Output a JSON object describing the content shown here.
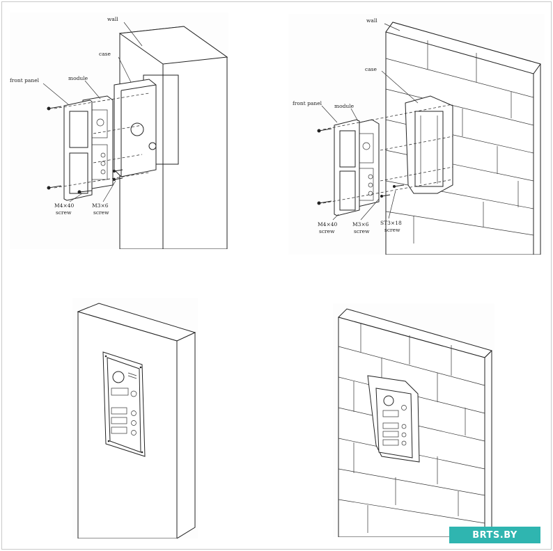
{
  "panel_tl": {
    "wall": "wall",
    "case": "case",
    "module": "module",
    "front_panel": "front panel",
    "screw1_spec": "M4×40",
    "screw1_word": "screw",
    "screw2_spec": "M3×6",
    "screw2_word": "screw"
  },
  "panel_tr": {
    "wall": "wall",
    "case": "case",
    "front_panel": "front panel",
    "module": "module",
    "screw1_spec": "M4×40",
    "screw1_word": "screw",
    "screw2_spec": "M3×6",
    "screw2_word": "screw",
    "screw3_spec": "ST3×18",
    "screw3_word": "screw"
  },
  "brand": {
    "text": "BRTS.BY",
    "color": "#2fb5b0"
  }
}
